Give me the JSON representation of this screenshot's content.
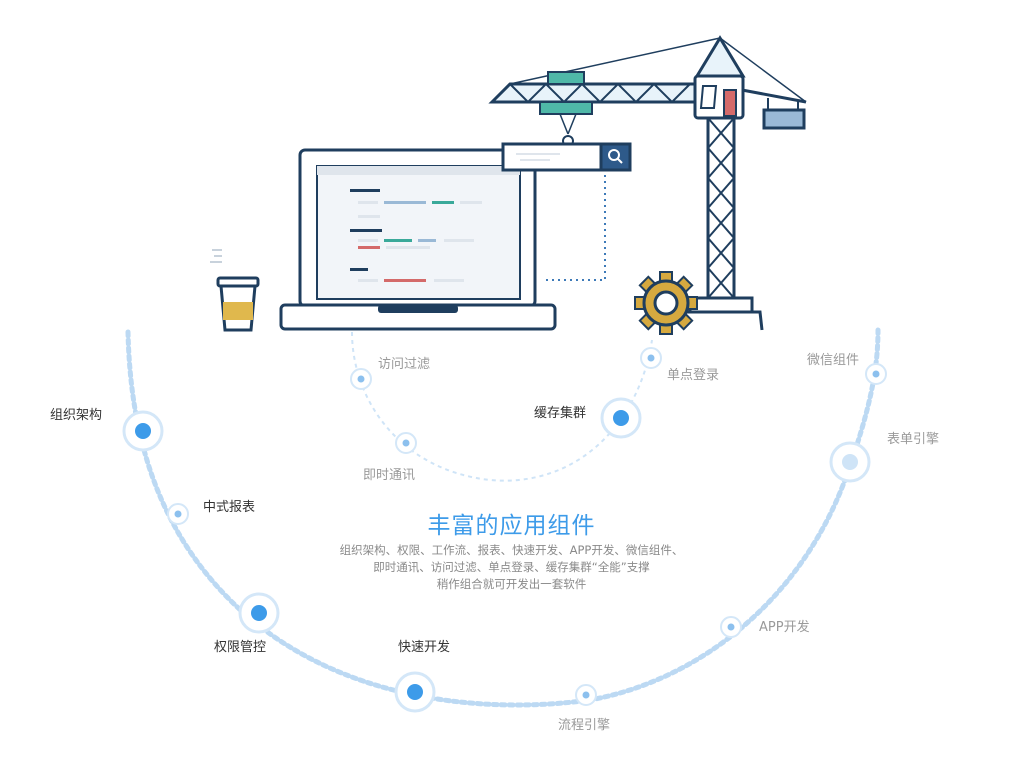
{
  "heading": {
    "title": "丰富的应用组件",
    "desc_lines": [
      "组织架构、权限、工作流、报表、快速开发、APP开发、微信组件、",
      "即时通讯、访问过滤、单点登录、缓存集群“全能”支撑",
      "稍作组合就可开发出一套软件"
    ]
  },
  "components": {
    "org": "组织架构",
    "report": "中式报表",
    "perm": "权限管控",
    "rapid": "快速开发",
    "flow": "流程引擎",
    "app": "APP开发",
    "form": "表单引擎",
    "wechat": "微信组件",
    "access": "访问过滤",
    "im": "即时通讯",
    "cache": "缓存集群",
    "sso": "单点登录"
  },
  "colors": {
    "accent": "#3d9be9",
    "dot_fill": "#3d9be9",
    "ring": "#cfe4f7",
    "arc": "#bcd9f3",
    "outline": "#1f3e5e",
    "crane_fill": "#e8f3fa",
    "gear": "#d6a93f",
    "coffee_sleeve": "#e0b84d"
  },
  "icons": {
    "search": "search-icon",
    "gear": "gear-icon",
    "coffee": "coffee-cup-icon",
    "laptop": "laptop-icon",
    "crane": "crane-icon"
  }
}
